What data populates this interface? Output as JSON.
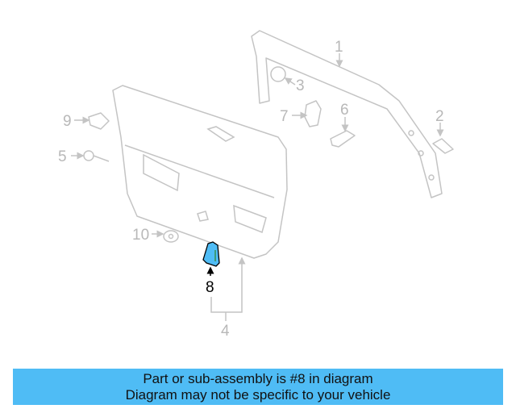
{
  "diagram": {
    "callouts": [
      "1",
      "2",
      "3",
      "4",
      "5",
      "6",
      "7",
      "8",
      "9",
      "10"
    ],
    "highlighted_part": "8",
    "highlight_color": "#4fbcf5"
  },
  "banner": {
    "line1": "Part or sub-assembly is #8 in diagram",
    "line2": "Diagram may not be specific to your vehicle",
    "color": "#4fbcf5"
  }
}
